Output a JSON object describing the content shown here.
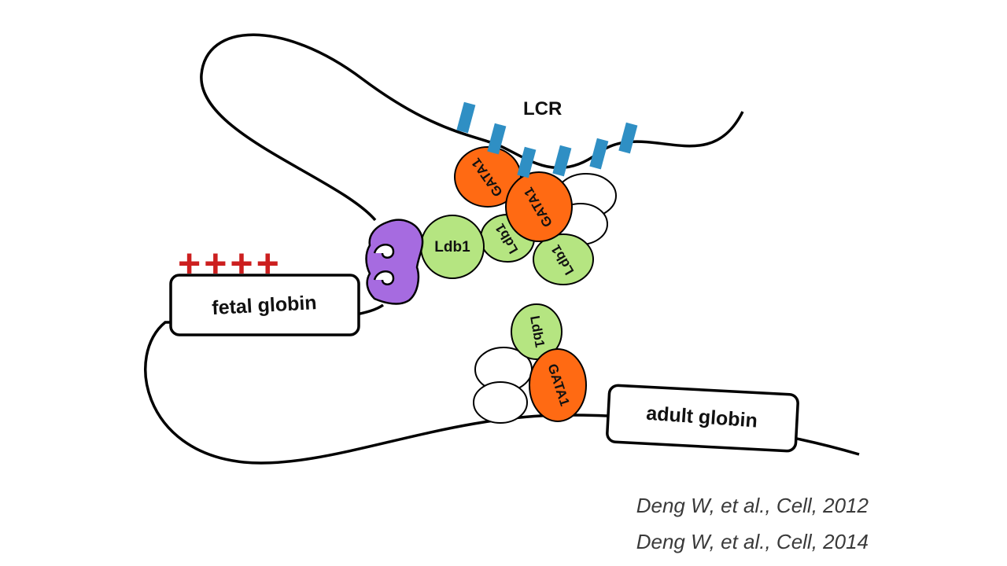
{
  "diagram": {
    "lcr_label": "LCR",
    "fetal_globin_label": "fetal globin",
    "adult_globin_label": "adult globin",
    "activation_marks": "++++",
    "proteins": {
      "gata1": "GATA1",
      "ldb1": "Ldb1"
    }
  },
  "citations": [
    "Deng W, et al., Cell, 2012",
    "Deng W, et al., Cell, 2014"
  ],
  "colors": {
    "gata1": "#ff6a13",
    "ldb1": "#b5e581",
    "lcr_sites": "#2f8fc4",
    "enhancer_factor": "#a66be0",
    "activation_marks": "#cc1f1f"
  }
}
